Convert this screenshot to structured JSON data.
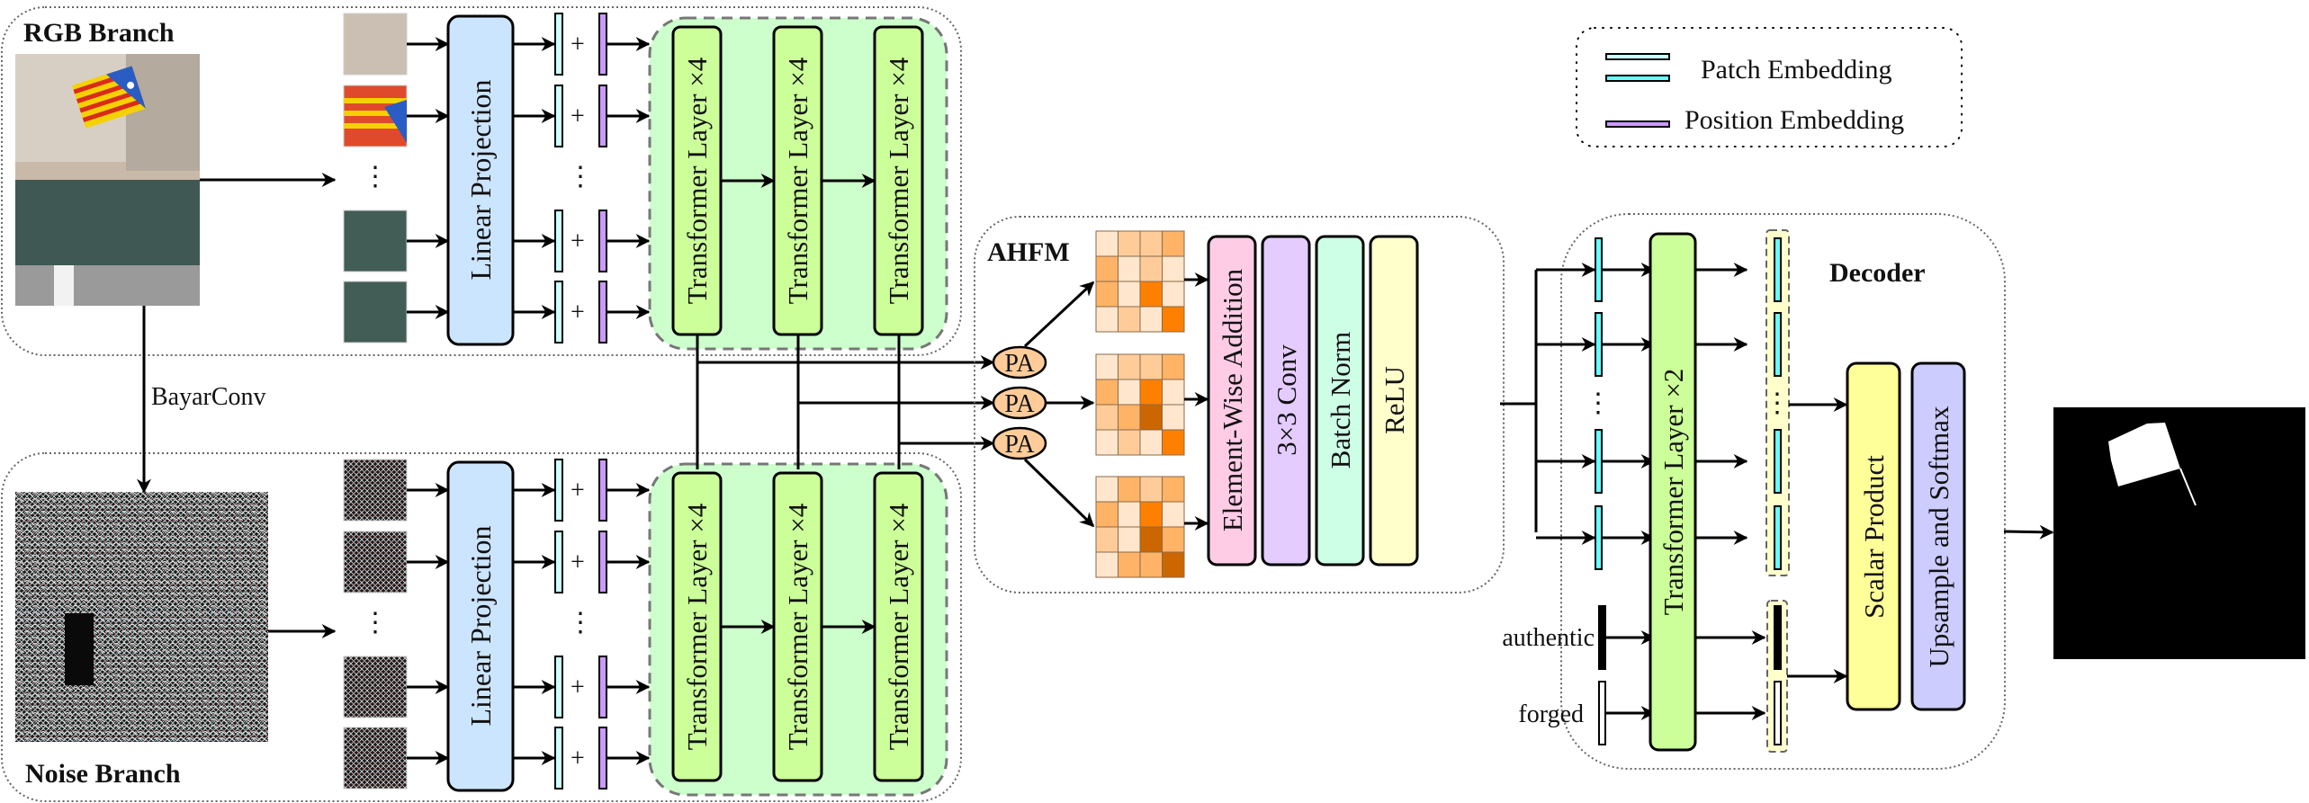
{
  "title_labels": {
    "rgb_branch": "RGB Branch",
    "noise_branch": "Noise Branch",
    "ahfm": "AHFM",
    "decoder": "Decoder",
    "bayar_conv": "BayarConv"
  },
  "legend": {
    "patch_embedding": "Patch Embedding",
    "position_embedding": "Position Embedding"
  },
  "encoder": {
    "linear_projection": "Linear Projection",
    "plus": "+",
    "ellipsis": "⋮",
    "transformer_layers": [
      "Transformer Layer ×4",
      "Transformer Layer ×4",
      "Transformer Layer ×4"
    ]
  },
  "ahfm": {
    "pa_labels": [
      "PA",
      "PA",
      "PA"
    ],
    "blocks": [
      "Element-Wise Addition",
      "3×3 Conv",
      "Batch Norm",
      "ReLU"
    ],
    "heatmaps": [
      [
        [
          0,
          1,
          1,
          2
        ],
        [
          2,
          0,
          1,
          0
        ],
        [
          2,
          0,
          3,
          0
        ],
        [
          0,
          1,
          0,
          3
        ]
      ],
      [
        [
          0,
          1,
          1,
          2
        ],
        [
          2,
          0,
          3,
          0
        ],
        [
          1,
          2,
          4,
          0
        ],
        [
          0,
          1,
          0,
          3
        ]
      ],
      [
        [
          0,
          2,
          1,
          2
        ],
        [
          2,
          0,
          3,
          0
        ],
        [
          1,
          0,
          4,
          2
        ],
        [
          0,
          2,
          2,
          4
        ]
      ]
    ]
  },
  "decoder": {
    "transformer": "Transformer Layer ×2",
    "class_tokens": [
      "authentic",
      "forged"
    ],
    "scalar_product": "Scalar Product",
    "upsample_softmax": "Upsample and Softmax"
  },
  "colors": {
    "linear_projection": "#cce5ff",
    "transformer": "#ccff99",
    "transformer_region": "#ccffcc",
    "patch_light": "#ccffff",
    "patch_dark": "#66ffff",
    "position": "#cc99ff",
    "pa": "#ffcc99",
    "element_wise": "#ffcce6",
    "conv": "#e5ccff",
    "batch_norm": "#ccffe5",
    "relu": "#ffffcc",
    "scalar_product": "#ffff99",
    "upsample": "#ccccff",
    "heat_scale": [
      "#ffe6cc",
      "#ffcc99",
      "#ffb366",
      "#ff8000",
      "#cc6600"
    ]
  }
}
